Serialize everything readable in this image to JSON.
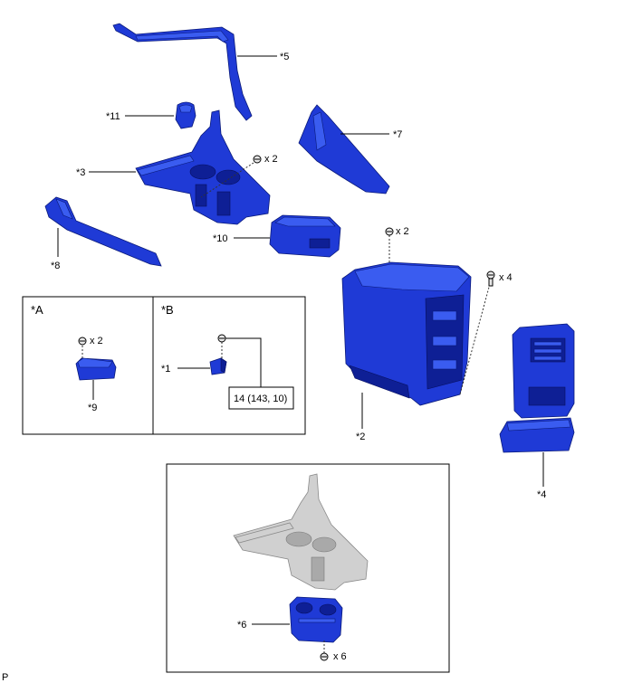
{
  "labels": {
    "p1": "*1",
    "p2": "*2",
    "p3": "*3",
    "p4": "*4",
    "p5": "*5",
    "p6": "*6",
    "p7": "*7",
    "p8": "*8",
    "p9": "*9",
    "p10": "*10",
    "p11": "*11"
  },
  "boxes": {
    "a": "*A",
    "b": "*B"
  },
  "quantities": {
    "clip_3": "x 2",
    "screw_2": "x 2",
    "screw_4": "x 4",
    "clip_9": "x 2",
    "screw_6": "x 6"
  },
  "torque": "14 (143, 10)",
  "corner_mark": "P",
  "colors": {
    "part": "#1f3ad6",
    "highlight": "#3a5cf0",
    "shadow": "#0e1f95",
    "reference_part": "#d0d0d0"
  }
}
